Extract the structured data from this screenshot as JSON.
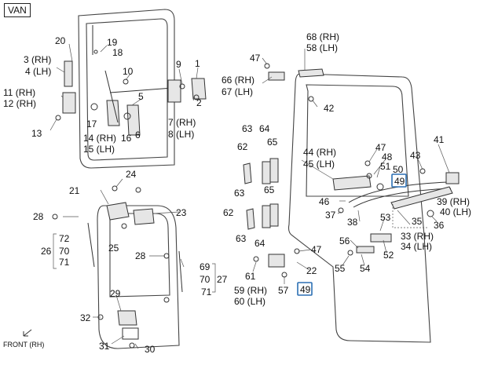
{
  "header": {
    "van_label": "VAN"
  },
  "footer": {
    "front_note": "FRONT (RH)"
  },
  "labels": {
    "l20": "20",
    "l19": "19",
    "l18": "18",
    "l3": "3 (RH)",
    "l4": "4 (LH)",
    "l10": "10",
    "l9": "9",
    "l1": "1",
    "l5": "5",
    "l2": "2",
    "l11": "11 (RH)",
    "l12": "12 (RH)",
    "l13": "13",
    "l17": "17",
    "l14": "14 (RH)",
    "l15": "15 (LH)",
    "l16": "16",
    "l6": "6",
    "l7": "7 (RH)",
    "l8": "8 (LH)",
    "l24": "24",
    "l21": "21",
    "l23": "23",
    "l28a": "28",
    "l72": "72",
    "l26": "26",
    "l70a": "70",
    "l71a": "71",
    "l25": "25",
    "l28b": "28",
    "l69": "69",
    "l70b": "70",
    "l27": "27",
    "l71b": "71",
    "l29": "29",
    "l32": "32",
    "l31": "31",
    "l30": "30",
    "l68": "68 (RH)",
    "l58": "58 (LH)",
    "l47a": "47",
    "l66": "66 (RH)",
    "l67": "67 (LH)",
    "l42": "42",
    "l63a": "63",
    "l64a": "64",
    "l62a": "62",
    "l65a": "65",
    "l44": "44 (RH)",
    "l45": "45 (LH)",
    "l47b": "47",
    "l48": "48",
    "l51": "51",
    "l50": "50",
    "l49a": "49",
    "l43": "43",
    "l41": "41",
    "l63b": "63",
    "l65b": "65",
    "l62b": "62",
    "l46": "46",
    "l37": "37",
    "l39": "39 (RH)",
    "l40": "40 (LH)",
    "l53": "53",
    "l35": "35",
    "l36": "36",
    "l38": "38",
    "l63c": "63",
    "l64b": "64",
    "l33": "33 (RH)",
    "l34": "34 (LH)",
    "l56": "56",
    "l52": "52",
    "l47c": "47",
    "l61": "61",
    "l22": "22",
    "l55": "55",
    "l54": "54",
    "l59": "59 (RH)",
    "l60": "60 (LH)",
    "l57": "57",
    "l49b": "49"
  },
  "colors": {
    "highlight_box": "#2b6fb3",
    "line": "#333333"
  }
}
